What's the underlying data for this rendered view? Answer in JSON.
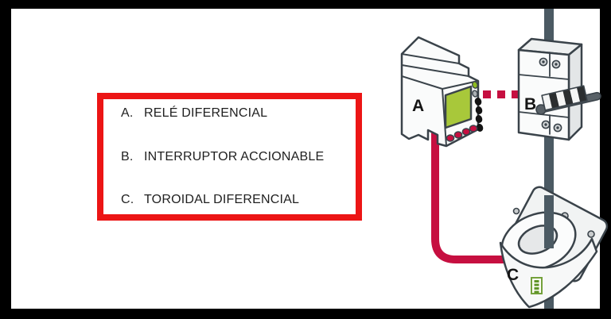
{
  "frame": {
    "color": "#000000",
    "content_background": "#ffffff"
  },
  "legend": {
    "border_color": "#ec1515",
    "items": [
      {
        "letter": "A.",
        "label": "RELÉ DIFERENCIAL"
      },
      {
        "letter": "B.",
        "label": "INTERRUPTOR ACCIONABLE"
      },
      {
        "letter": "C.",
        "label": "TOROIDAL DIFERENCIAL"
      }
    ]
  },
  "diagram": {
    "device_a_label": "A",
    "device_b_label": "B",
    "device_c_label": "C",
    "wire_color": "#c60f40",
    "cable_color": "#4b5a63",
    "lcd_color": "#a8c83a",
    "led_green": "#8ebc1f",
    "terminal_green": "#5f9426"
  }
}
